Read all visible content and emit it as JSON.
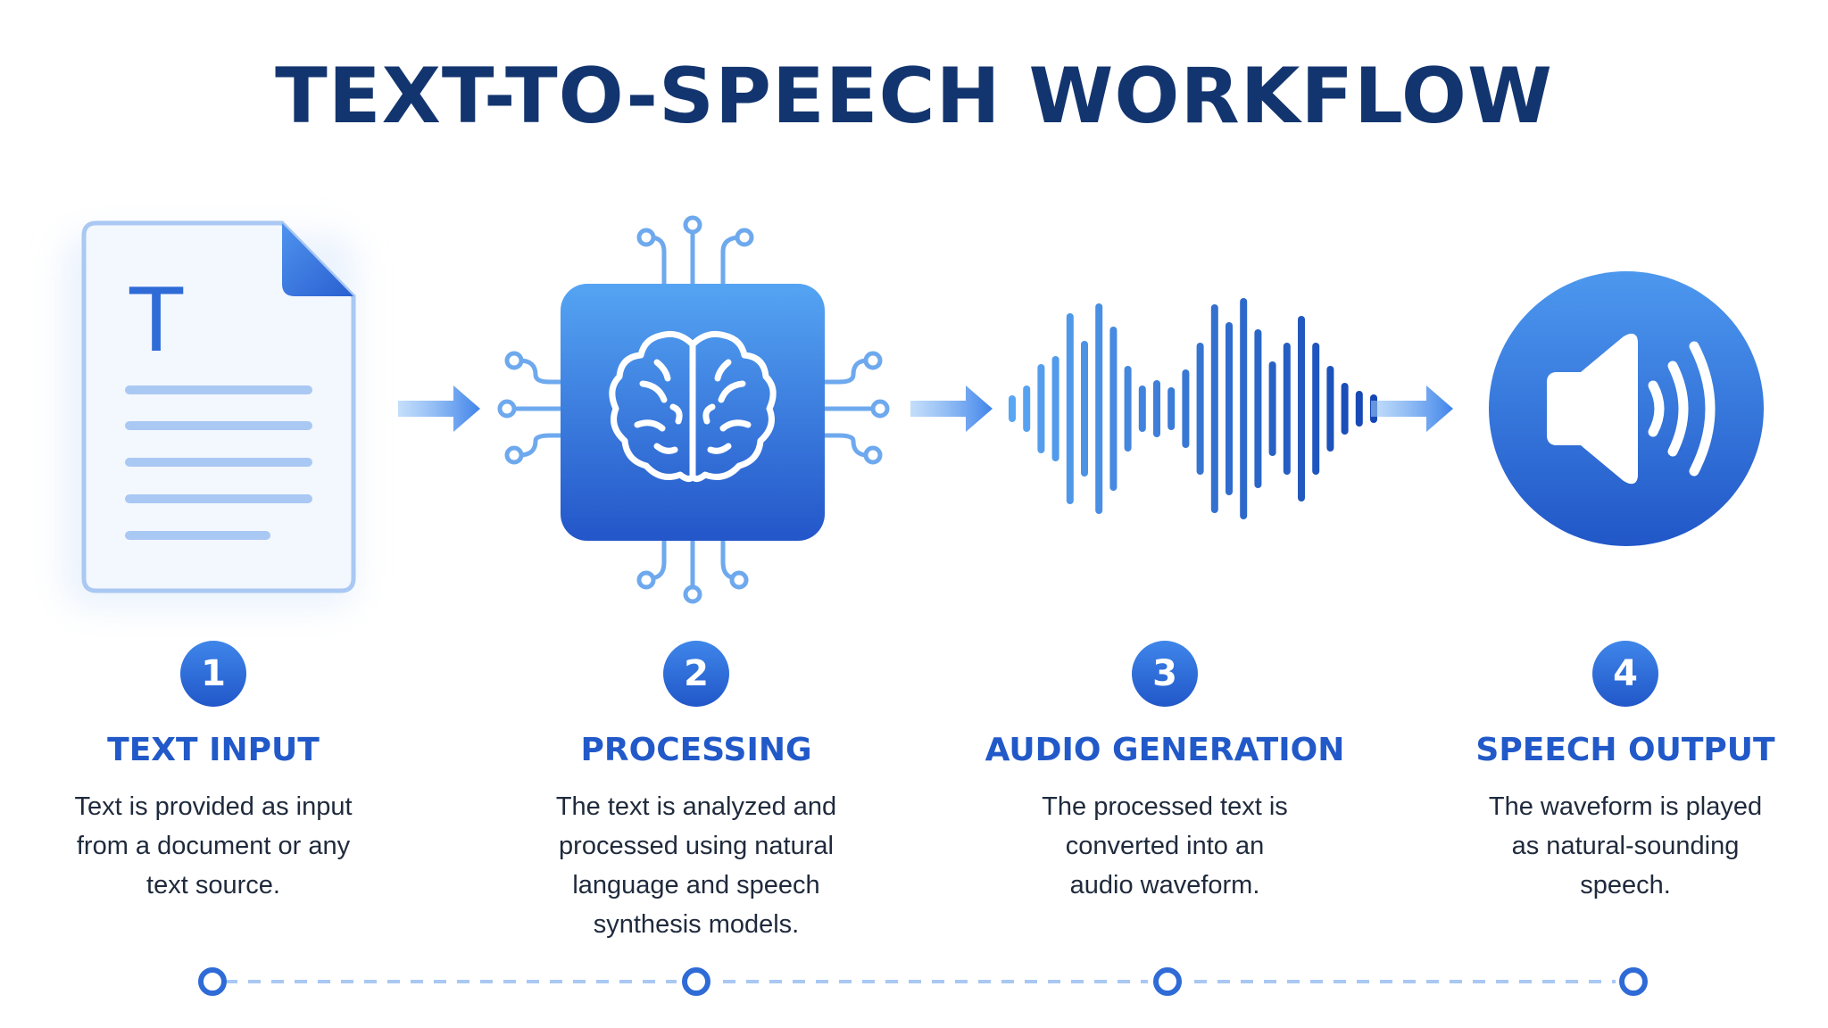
{
  "title": "TEXT-TO-SPEECH WORKFLOW",
  "colors": {
    "dark_navy": "#13356f",
    "accent_blue": "#2259c9",
    "light_blue": "#5aa6f2",
    "pale_blue": "#a9c8f3"
  },
  "icons": {
    "step1": "document-icon",
    "step2": "brain-chip-icon",
    "step3": "waveform-icon",
    "step4": "speaker-icon"
  },
  "steps": [
    {
      "number": "1",
      "title": "TEXT INPUT",
      "desc_lines": [
        "Text is provided as input",
        "from a document or any",
        "text source."
      ]
    },
    {
      "number": "2",
      "title": "PROCESSING",
      "desc_lines": [
        "The text is analyzed and",
        "processed using natural",
        "language and speech",
        "synthesis models."
      ]
    },
    {
      "number": "3",
      "title": "AUDIO GENERATION",
      "desc_lines": [
        "The processed text is",
        "converted into an",
        "audio waveform."
      ]
    },
    {
      "number": "4",
      "title": "SPEECH OUTPUT",
      "desc_lines": [
        "The waveform is played",
        "as natural-sounding",
        "speech."
      ]
    }
  ],
  "doc_letter": "T"
}
